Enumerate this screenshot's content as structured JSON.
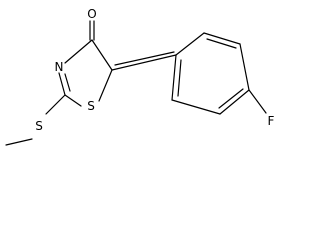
{
  "molecule": {
    "atoms": {
      "oxygen": "O",
      "nitrogen": "N",
      "ring_sulfur": "S",
      "thioether_sulfur": "S",
      "fluorine": "F"
    },
    "colors": {
      "bond": "#000000",
      "label": "#000000",
      "background": "#ffffff"
    }
  }
}
